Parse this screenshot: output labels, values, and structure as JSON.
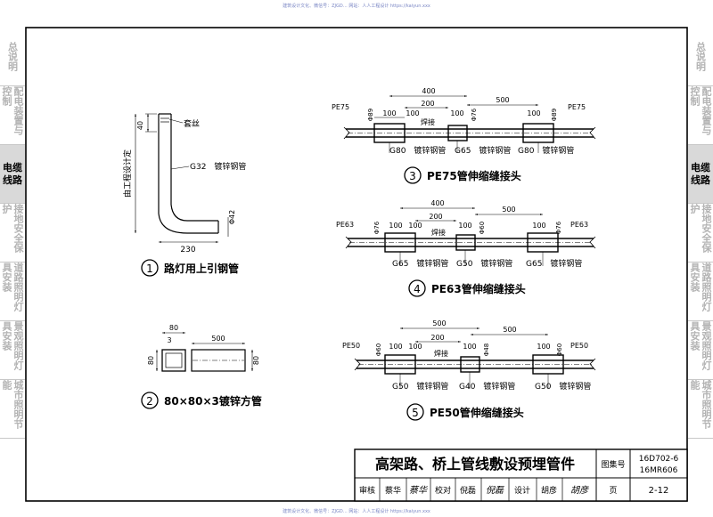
{
  "watermark": {
    "top": "建筑设计文化、微信号：ZJGD…  网站：人人工程设计 https://kaiyun.xxx",
    "bottom": "建筑设计文化、微信号：ZJGD…  网站：人人工程设计 https://kaiyun.xxx"
  },
  "sidebar_left": [
    {
      "label": "总说明",
      "active": false
    },
    {
      "label": "配电装置与控制",
      "active": false
    },
    {
      "label": "电缆线路",
      "active": true
    },
    {
      "label": "接地安全保护",
      "active": false
    },
    {
      "label": "道路照明灯具安装",
      "active": false
    },
    {
      "label": "景观照明灯具安装",
      "active": false
    },
    {
      "label": "城市照明节能",
      "active": false
    }
  ],
  "sidebar_right": [
    {
      "label": "总说明",
      "active": false
    },
    {
      "label": "配电装置与控制",
      "active": false
    },
    {
      "label": "电缆线路",
      "active": true
    },
    {
      "label": "接地安全保护",
      "active": false
    },
    {
      "label": "道路照明灯具安装",
      "active": false
    },
    {
      "label": "景观照明灯具安装",
      "active": false
    },
    {
      "label": "城市照明节能",
      "active": false
    }
  ],
  "figures": {
    "fig1": {
      "num": "1",
      "caption": "路灯用上引钢管",
      "dim_top": "40",
      "vertical_label": "由工程设计定",
      "leader_top": "套丝",
      "leader_pipe": "G32　镀锌钢管",
      "dia": "Φ42",
      "dim_bottom": "230"
    },
    "fig2": {
      "num": "2",
      "caption": "80×80×3镀锌方管",
      "dim_80_top": "80",
      "dim_3": "3",
      "dim_80_left": "80",
      "dim_500": "500",
      "dim_80_right": "80"
    },
    "fig3": {
      "num": "3",
      "caption": "PE75管伸缩缝接头",
      "pe_left": "PE75",
      "pe_right": "PE75",
      "d400": "400",
      "d200": "200",
      "d500": "500",
      "d100": "100",
      "weld": "焊接",
      "dia_a": "Φ89",
      "dia_b": "Φ76",
      "dia_c": "Φ89",
      "pipe_a": "G80　镀锌钢管",
      "pipe_b": "G65　镀锌钢管",
      "pipe_c": "G80　镀锌钢管"
    },
    "fig4": {
      "num": "4",
      "caption": "PE63管伸缩缝接头",
      "pe_left": "PE63",
      "pe_right": "PE63",
      "d400": "400",
      "d200": "200",
      "d500": "500",
      "d100": "100",
      "weld": "焊接",
      "dia_a": "Φ76",
      "dia_b": "Φ60",
      "dia_c": "Φ76",
      "pipe_a": "G65　镀锌钢管",
      "pipe_b": "G50　镀锌钢管",
      "pipe_c": "G65　镀锌钢管"
    },
    "fig5": {
      "num": "5",
      "caption": "PE50管伸缩缝接头",
      "pe_left": "PE50",
      "pe_right": "PE50",
      "d400": "500",
      "d200": "200",
      "d500": "500",
      "d100": "100",
      "weld": "焊接",
      "dia_a": "Φ60",
      "dia_b": "Φ48",
      "dia_c": "Φ60",
      "pipe_a": "G50　镀锌钢管",
      "pipe_b": "G40　镀锌钢管",
      "pipe_c": "G50　镀锌钢管"
    }
  },
  "title_block": {
    "title": "高架路、桥上管线敷设预埋管件",
    "atlas_label": "图集号",
    "atlas_no_1": "16D702-6",
    "atlas_no_2": "16MR606",
    "reviewer_label": "审核",
    "reviewer": "蔡华",
    "checker_label": "校对",
    "checker": "倪磊",
    "designer_label": "设计",
    "designer": "胡彦",
    "page_label": "页",
    "page_no": "2-12"
  }
}
